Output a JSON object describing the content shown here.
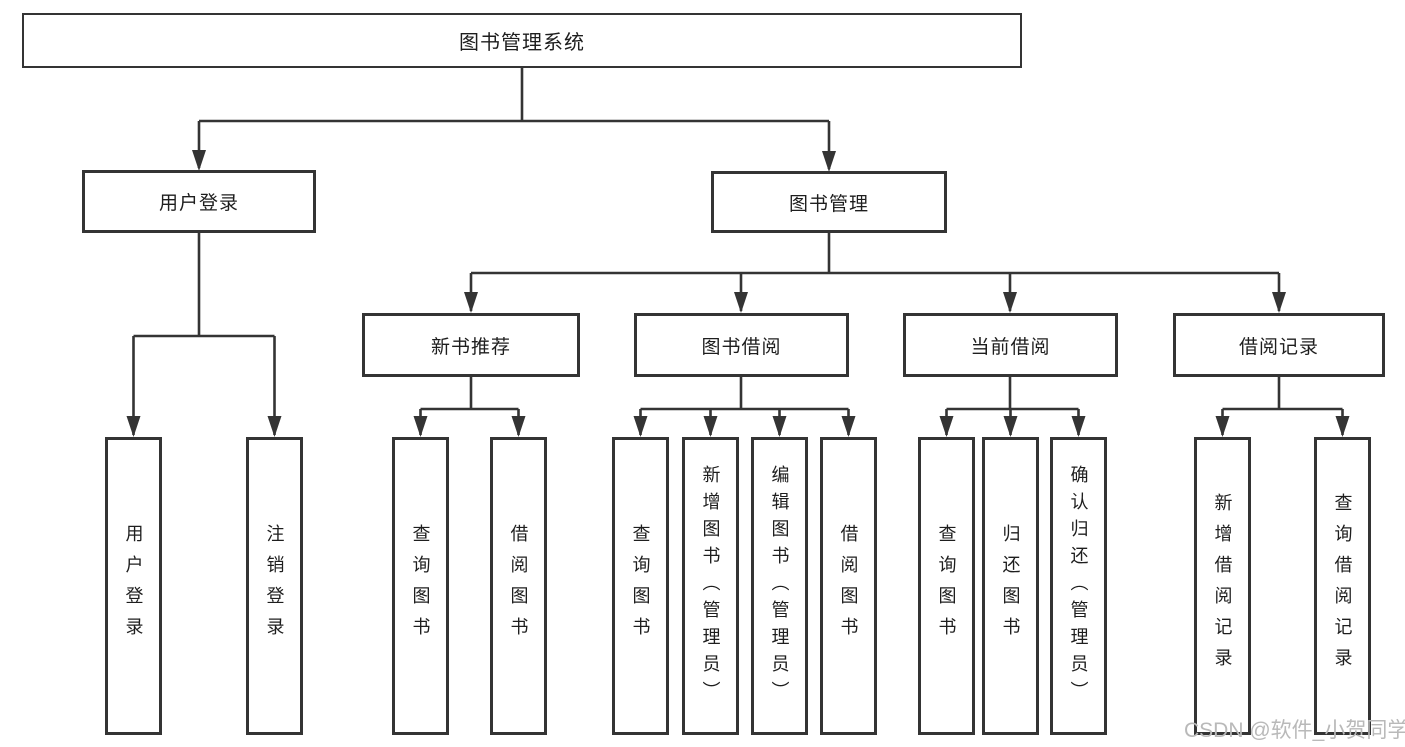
{
  "diagram": {
    "root": {
      "label": "图书管理系统"
    },
    "level2": {
      "user_login": {
        "label": "用户登录"
      },
      "book_mgmt": {
        "label": "图书管理"
      }
    },
    "level3": {
      "new_books": {
        "label": "新书推荐"
      },
      "borrowing": {
        "label": "图书借阅"
      },
      "current": {
        "label": "当前借阅"
      },
      "records": {
        "label": "借阅记录"
      }
    },
    "leaves": {
      "user_login": [
        "用户登录",
        "注销登录"
      ],
      "new_books": [
        "查询图书",
        "借阅图书"
      ],
      "borrowing": [
        "查询图书",
        "新增图书（管理员）",
        "编辑图书（管理员）",
        "借阅图书"
      ],
      "current": [
        "查询图书",
        "归还图书",
        "确认归还（管理员）"
      ],
      "records": [
        "新增借阅记录",
        "查询借阅记录"
      ]
    },
    "colors": {
      "line": "#343434",
      "box_border": "#343434",
      "text": "#1e1e1e",
      "background": "#ffffff",
      "watermark": "#b9b9b9"
    },
    "watermark": "CSDN @软件_小贺同学"
  }
}
